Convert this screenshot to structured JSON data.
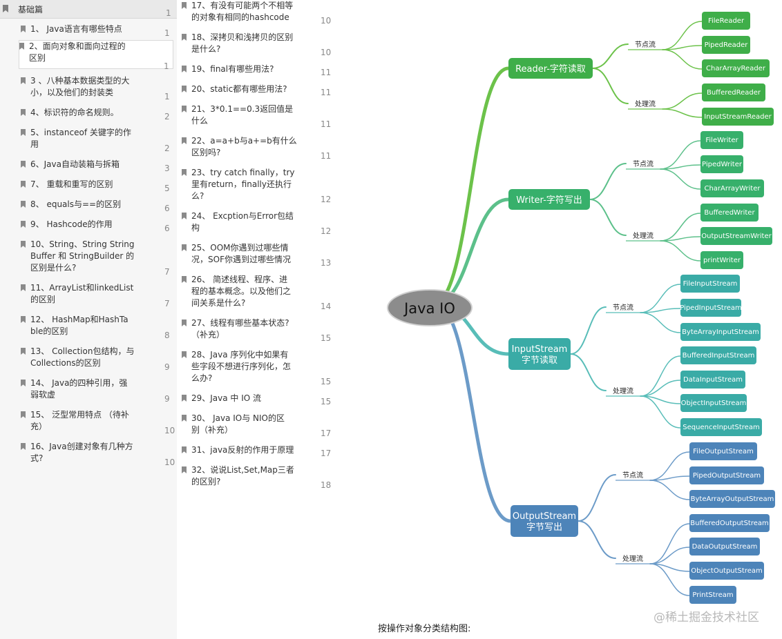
{
  "toc": {
    "section_title": "基础篇",
    "section_page": "1",
    "left_items": [
      {
        "lines": [
          "1、 Java语言有哪些特点"
        ],
        "page": "1"
      },
      {
        "lines": [
          "2、面向对象和面向过程的",
          "区别"
        ],
        "page": "1"
      },
      {
        "lines": [
          "3 、八种基本数据类型的大",
          "小，以及他们的封装类"
        ],
        "page": "1"
      },
      {
        "lines": [
          "4、标识符的命名规则。"
        ],
        "page": "2"
      },
      {
        "lines": [
          "5、instanceof 关键字的作",
          "用"
        ],
        "page": "2"
      },
      {
        "lines": [
          "6、Java自动装箱与拆箱"
        ],
        "page": "3"
      },
      {
        "lines": [
          "7、 重载和重写的区别"
        ],
        "page": "5"
      },
      {
        "lines": [
          "8、 equals与==的区别"
        ],
        "page": "6"
      },
      {
        "lines": [
          "9、 Hashcode的作用"
        ],
        "page": "6"
      },
      {
        "lines": [
          "10、String、String String",
          "Buffer 和 StringBuilder 的",
          "区别是什么?"
        ],
        "page": "7"
      },
      {
        "lines": [
          "11、ArrayList和linkedList",
          "的区别"
        ],
        "page": "7"
      },
      {
        "lines": [
          "12、 HashMap和HashTa",
          "ble的区别"
        ],
        "page": "8"
      },
      {
        "lines": [
          "13、 Collection包结构，与",
          "Collections的区别"
        ],
        "page": "9"
      },
      {
        "lines": [
          "14、 Java的四种引用，强",
          "弱软虚"
        ],
        "page": "9"
      },
      {
        "lines": [
          "15、 泛型常用特点 （待补",
          "充）"
        ],
        "page": "10"
      },
      {
        "lines": [
          "16、Java创建对象有几种方",
          "式?"
        ],
        "page": "10"
      }
    ],
    "mid_items": [
      {
        "lines": [
          "17、有没有可能两个不相等",
          "的对象有相同的hashcode"
        ],
        "page": "10"
      },
      {
        "lines": [
          "18、深拷贝和浅拷贝的区别",
          "是什么?"
        ],
        "page": "10"
      },
      {
        "lines": [
          "19、final有哪些用法?"
        ],
        "page": "11"
      },
      {
        "lines": [
          "20、static都有哪些用法?"
        ],
        "page": "11"
      },
      {
        "lines": [
          "21、3*0.1==0.3返回值是",
          "什么"
        ],
        "page": "11"
      },
      {
        "lines": [
          "22、a=a+b与a+=b有什么",
          "区别吗?"
        ],
        "page": "11"
      },
      {
        "lines": [
          "23、try catch finally，try",
          "里有return，finally还执行",
          "么?"
        ],
        "page": "12"
      },
      {
        "lines": [
          "24、 Excption与Error包结",
          "构"
        ],
        "page": "12"
      },
      {
        "lines": [
          "25、OOM你遇到过哪些情",
          "况，SOF你遇到过哪些情况"
        ],
        "page": "13"
      },
      {
        "lines": [
          "26、 简述线程、程序、进",
          "程的基本概念。以及他们之",
          "间关系是什么?"
        ],
        "page": "14"
      },
      {
        "lines": [
          "27、线程有哪些基本状态?",
          "（补充）"
        ],
        "page": "15"
      },
      {
        "lines": [
          "28、Java 序列化中如果有",
          "些字段不想进行序列化，怎",
          "么办?"
        ],
        "page": "15"
      },
      {
        "lines": [
          "29、Java 中 IO 流"
        ],
        "page": "15"
      },
      {
        "lines": [
          "30、 Java IO与 NIO的区",
          "别（补充）"
        ],
        "page": "17"
      },
      {
        "lines": [
          "31、java反射的作用于原理"
        ],
        "page": "17"
      },
      {
        "lines": [
          "32、说说List,Set,Map三者",
          "的区别?"
        ],
        "page": "18"
      }
    ]
  },
  "mindmap": {
    "root": "Java IO",
    "branches": [
      {
        "label": [
          "Reader-字符读取"
        ],
        "color": "#3fae49",
        "link_color": "#6cc24a",
        "groups": [
          {
            "label": "节点流",
            "leaves": [
              "FileReader",
              "PipedReader",
              "CharArrayReader"
            ]
          },
          {
            "label": "处理流",
            "leaves": [
              "BufferedReader",
              "InputStreamReader"
            ]
          }
        ]
      },
      {
        "label": [
          "Writer-字符写出"
        ],
        "color": "#37b06b",
        "link_color": "#5cc08a",
        "groups": [
          {
            "label": "节点流",
            "leaves": [
              "FileWriter",
              "PipedWriter",
              "CharArrayWriter"
            ]
          },
          {
            "label": "处理流",
            "leaves": [
              "BufferedWriter",
              "OutputStreamWriter",
              "printWriter"
            ]
          }
        ]
      },
      {
        "label": [
          "InputStream",
          "字节读取"
        ],
        "color": "#3aaba6",
        "link_color": "#58bdb8",
        "groups": [
          {
            "label": "节点流",
            "leaves": [
              "FileInputStream",
              "PipedInputStream",
              "ByteArrayInputStream"
            ]
          },
          {
            "label": "处理流",
            "leaves": [
              "BufferedInputStream",
              "DataInputStream",
              "ObjectInputStream",
              "SequenceInputStream"
            ]
          }
        ]
      },
      {
        "label": [
          "OutputStream",
          "字节写出"
        ],
        "color": "#4d84b9",
        "link_color": "#6c9bc8",
        "groups": [
          {
            "label": "节点流",
            "leaves": [
              "FileOutputStream",
              "PipedOutputStream",
              "ByteArrayOutputStream"
            ]
          },
          {
            "label": "处理流",
            "leaves": [
              "BufferedOutputStream",
              "DataOutputStream",
              "ObjectOutputStream",
              "PrintStream"
            ]
          }
        ]
      }
    ]
  },
  "watermark": "@稀土掘金技术社区",
  "caption": "按操作对象分类结构图:"
}
